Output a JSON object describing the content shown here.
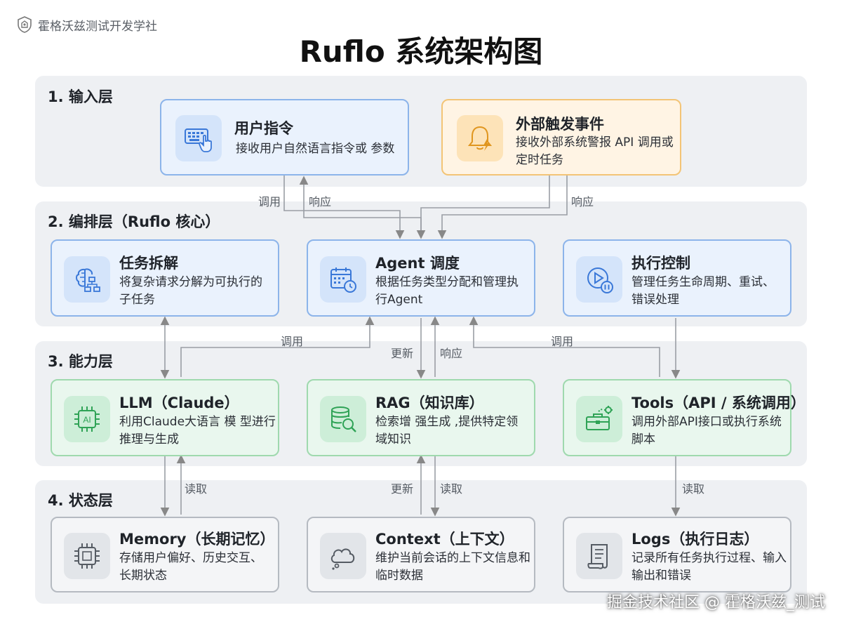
{
  "watermark_top": "霍格沃兹测试开发学社",
  "title": "Ruflo 系统架构图",
  "layers": [
    {
      "title": "1. 输入层"
    },
    {
      "title": "2. 编排层（Ruflo 核心）"
    },
    {
      "title": "3. 能力层"
    },
    {
      "title": "4. 状态层"
    }
  ],
  "cards": {
    "user_command": {
      "title": "用户指令",
      "desc": "接收用户自然语言指令或 参数",
      "icon": "keyboard-icon"
    },
    "external_trigger": {
      "title": "外部触发事件",
      "desc": "接收外部系统警报 API 调用或定时任务",
      "icon": "bell-icon"
    },
    "task_decompose": {
      "title": "任务拆解",
      "desc": "将复杂请求分解为可执行的子任务",
      "icon": "brain-icon"
    },
    "agent_dispatch": {
      "title": "Agent 调度",
      "desc": "根据任务类型分配和管理执行Agent",
      "icon": "calendar-icon"
    },
    "exec_control": {
      "title": "执行控制",
      "desc": "管理任务生命周期、重试、错误处理",
      "icon": "play-pause-icon"
    },
    "llm": {
      "title": "LLM（Claude）",
      "desc": "利用Claude大语言 模 型进行推理与生成",
      "icon": "ai-chip-icon",
      "icon_text": "AI"
    },
    "rag": {
      "title": "RAG（知识库）",
      "desc": "检索增 强生成 ,提供特定领域知识",
      "icon": "database-search-icon"
    },
    "tools": {
      "title": "Tools（API / 系统调用）",
      "desc": "调用外部API接口或执行系统脚本",
      "icon": "toolbox-icon"
    },
    "memory": {
      "title": "Memory（长期记忆）",
      "desc": "存储用户偏好、历史交互、长期状态",
      "icon": "chip-icon"
    },
    "context": {
      "title": "Context（上下文）",
      "desc": "维护当前会话的上下文信息和临时数据",
      "icon": "cloud-icon"
    },
    "logs": {
      "title": "Logs（执行日志）",
      "desc": "记录所有任务执行过程、输入输出和错误",
      "icon": "scroll-icon"
    }
  },
  "edge_labels": {
    "call_1": "调用",
    "respond_1": "响应",
    "respond_2": "响应",
    "call_2": "调用",
    "update_1": "更新",
    "respond_3": "响应",
    "call_3": "调用",
    "read_1": "读取",
    "update_2": "更新",
    "read_2": "读取",
    "read_3": "读取"
  },
  "watermark_bottom": "掘金技术社区 @ 霍格沃兹_测试"
}
